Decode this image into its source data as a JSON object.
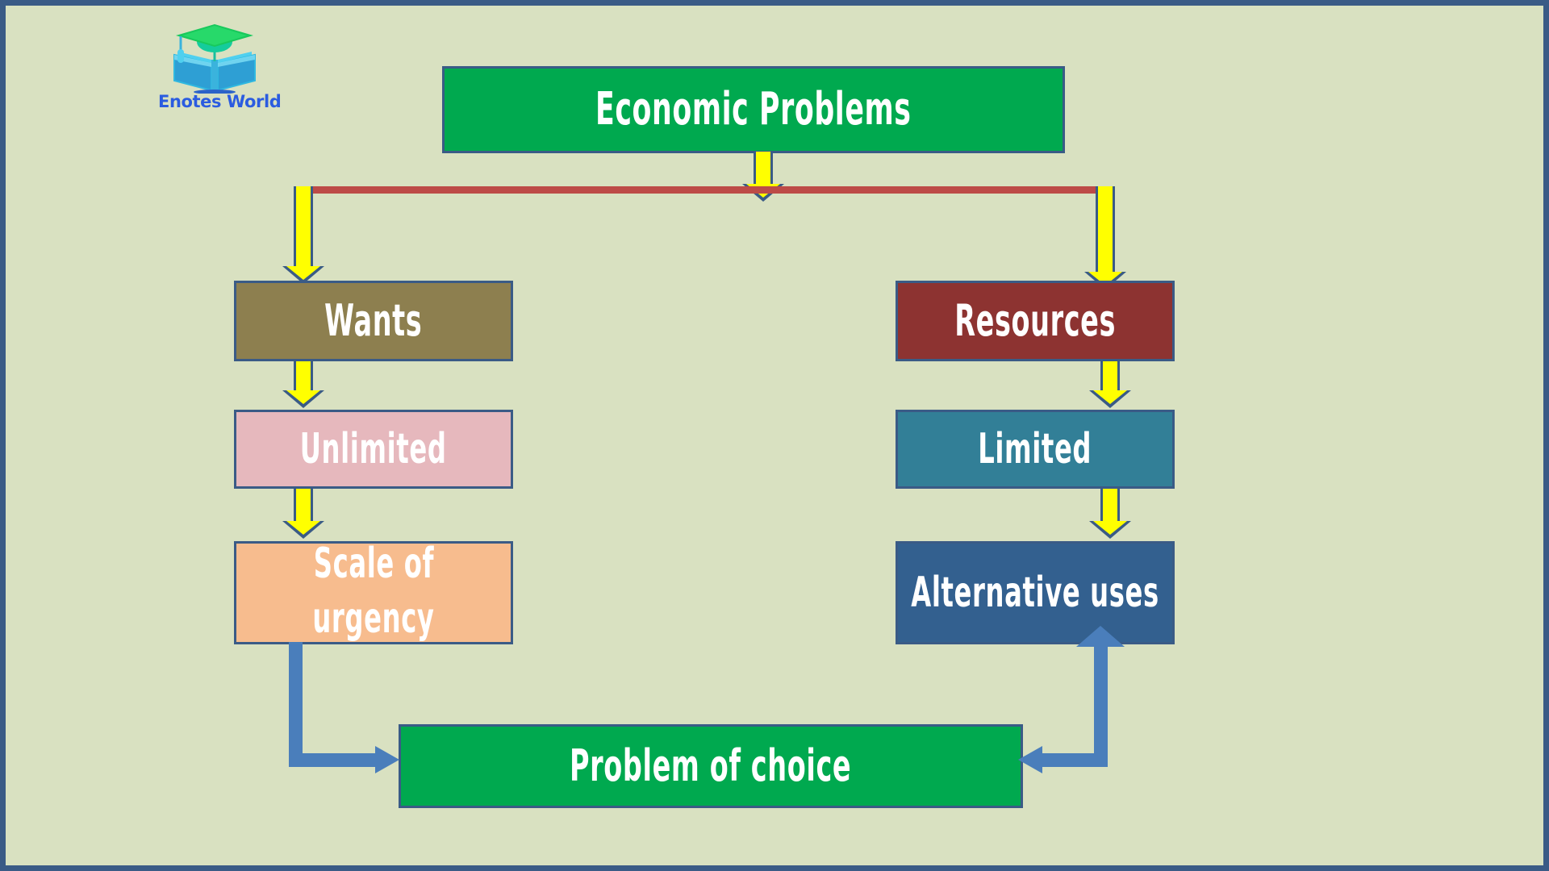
{
  "page": {
    "title": "Economic Problems flow chart",
    "background_color": "#d9e1c1",
    "frame_border_color": "#3a5b86"
  },
  "logo": {
    "name": "Enotes World",
    "text": "Enotes World",
    "text_color": "#2b5ce0",
    "cap_color": "#16c95f",
    "book_color": "#2e9fd4"
  },
  "nodes": {
    "root": {
      "label": "Economic Problems",
      "fill": "#00a94f",
      "border": "#3a5b86",
      "text_color": "#ffffff"
    },
    "wants": {
      "label": "Wants",
      "fill": "#8d7f4f",
      "border": "#3a5b86",
      "text_color": "#ffffff"
    },
    "unlimited": {
      "label": "Unlimited",
      "fill": "#e6b8bd",
      "border": "#3a5b86",
      "text_color": "#ffffff"
    },
    "scale_of_urgency": {
      "label_line1": "Scale of",
      "label_line2": "urgency",
      "fill": "#f7bc8e",
      "border": "#3a5b86",
      "text_color": "#ffffff"
    },
    "resources": {
      "label": "Resources",
      "fill": "#8d3331",
      "border": "#3a5b86",
      "text_color": "#ffffff"
    },
    "limited": {
      "label": "Limited",
      "fill": "#327f97",
      "border": "#3a5b86",
      "text_color": "#ffffff"
    },
    "alternative_uses": {
      "label": "Alternative uses",
      "fill": "#33608f",
      "border": "#3a5b86",
      "text_color": "#ffffff"
    },
    "problem_of_choice": {
      "label": "Problem of choice",
      "fill": "#00a94f",
      "border": "#3a5b86",
      "text_color": "#ffffff"
    }
  },
  "connectors": {
    "arrow_yellow_fill": "#ffff00",
    "arrow_yellow_border": "#3a5b86",
    "split_bar_color": "#bd4b47",
    "elbow_arrow_color": "#4a7ebb"
  },
  "chart_data": {
    "type": "diagram",
    "title": "Economic Problems",
    "nodes": [
      {
        "id": "root",
        "label": "Economic Problems",
        "level": 0
      },
      {
        "id": "wants",
        "label": "Wants",
        "level": 1,
        "branch": "left"
      },
      {
        "id": "unlimited",
        "label": "Unlimited",
        "level": 2,
        "branch": "left"
      },
      {
        "id": "scale_of_urgency",
        "label": "Scale of urgency",
        "level": 3,
        "branch": "left"
      },
      {
        "id": "resources",
        "label": "Resources",
        "level": 1,
        "branch": "right"
      },
      {
        "id": "limited",
        "label": "Limited",
        "level": 2,
        "branch": "right"
      },
      {
        "id": "alternative_uses",
        "label": "Alternative uses",
        "level": 3,
        "branch": "right"
      },
      {
        "id": "problem_of_choice",
        "label": "Problem of choice",
        "level": 4,
        "branch": "center"
      }
    ],
    "edges": [
      {
        "from": "root",
        "to": "split",
        "style": "yellow-arrow"
      },
      {
        "from": "split",
        "to": "wants",
        "style": "yellow-arrow"
      },
      {
        "from": "split",
        "to": "resources",
        "style": "yellow-arrow"
      },
      {
        "from": "wants",
        "to": "unlimited",
        "style": "yellow-arrow"
      },
      {
        "from": "unlimited",
        "to": "scale_of_urgency",
        "style": "yellow-arrow"
      },
      {
        "from": "resources",
        "to": "limited",
        "style": "yellow-arrow"
      },
      {
        "from": "limited",
        "to": "alternative_uses",
        "style": "yellow-arrow"
      },
      {
        "from": "scale_of_urgency",
        "to": "problem_of_choice",
        "style": "blue-elbow"
      },
      {
        "from": "problem_of_choice",
        "to": "alternative_uses",
        "style": "blue-elbow"
      }
    ]
  }
}
